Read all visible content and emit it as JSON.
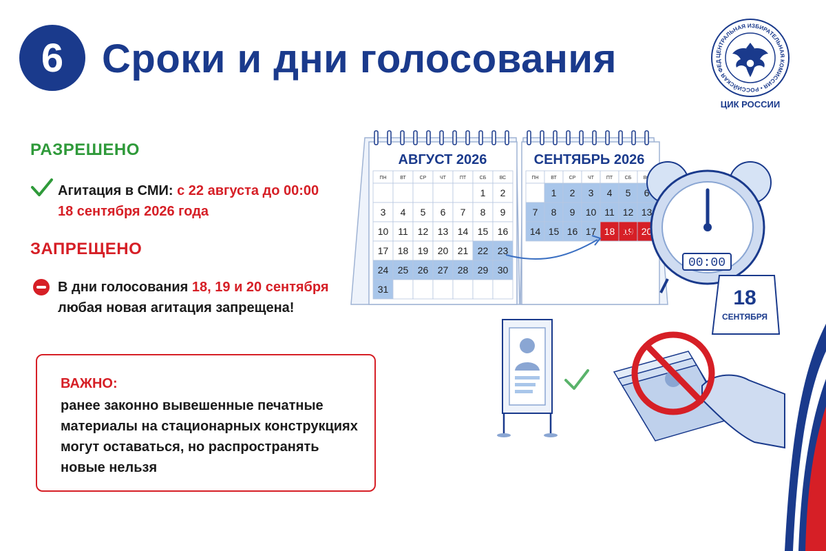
{
  "header": {
    "number": "6",
    "title": "Сроки и дни голосования",
    "emblem_ring_text": "ЦЕНТРАЛЬНАЯ ИЗБИРАТЕЛЬНАЯ КОМИССИЯ • РОССИЙСКАЯ ФЕДЕРАЦИЯ •",
    "emblem_caption": "ЦИК РОССИИ"
  },
  "allowed": {
    "heading": "РАЗРЕШЕНО",
    "item_prefix": "Агитация в СМИ:",
    "item_highlight": "с 22 августа до 00:00 18 сентября 2026 года"
  },
  "forbidden": {
    "heading": "ЗАПРЕЩЕНО",
    "item_prefix": "В дни голосования",
    "item_highlight": "18, 19 и 20 сентября",
    "item_suffix": "любая новая агитация запрещена!"
  },
  "important": {
    "title": "ВАЖНО:",
    "text": "ранее законно вывешенные печатные материалы на стационарных конструкциях могут оставаться, но распространять новые нельзя"
  },
  "illustration": {
    "weekdays": [
      "ПН",
      "ВТ",
      "СР",
      "ЧТ",
      "ПТ",
      "СБ",
      "ВС"
    ],
    "august": {
      "title": "АВГУСТ 2026",
      "days": [
        [
          "",
          "",
          "",
          "",
          "",
          "1",
          "2"
        ],
        [
          "3",
          "4",
          "5",
          "6",
          "7",
          "8",
          "9"
        ],
        [
          "10",
          "11",
          "12",
          "13",
          "14",
          "15",
          "16"
        ],
        [
          "17",
          "18",
          "19",
          "20",
          "21",
          "22",
          "23"
        ],
        [
          "24",
          "25",
          "26",
          "27",
          "28",
          "29",
          "30"
        ],
        [
          "31",
          "",
          "",
          "",
          "",
          "",
          ""
        ]
      ],
      "agitation_from_day": 22
    },
    "september": {
      "title": "СЕНТЯБРЬ 2026",
      "days": [
        [
          "",
          "1",
          "2",
          "3",
          "4",
          "5",
          "6"
        ],
        [
          "7",
          "8",
          "9",
          "10",
          "11",
          "12",
          "13"
        ],
        [
          "14",
          "15",
          "16",
          "17",
          "18",
          "19",
          "20"
        ]
      ],
      "agitation_until_day": 17,
      "voting_days": [
        18,
        19,
        20
      ]
    },
    "clock_display": "00:00",
    "mini_calendar": {
      "day": "18",
      "month": "СЕНТЯБРЯ"
    },
    "colors": {
      "brand_blue": "#1a3a8c",
      "allowed_green": "#2f9a3a",
      "forbidden_red": "#d61f26",
      "highlight_blue": "#a9c6ea"
    },
    "icons": [
      "check-icon",
      "no-entry-icon",
      "alarm-clock-icon",
      "prohibition-icon",
      "poster-stand-icon",
      "hand-icon"
    ]
  }
}
